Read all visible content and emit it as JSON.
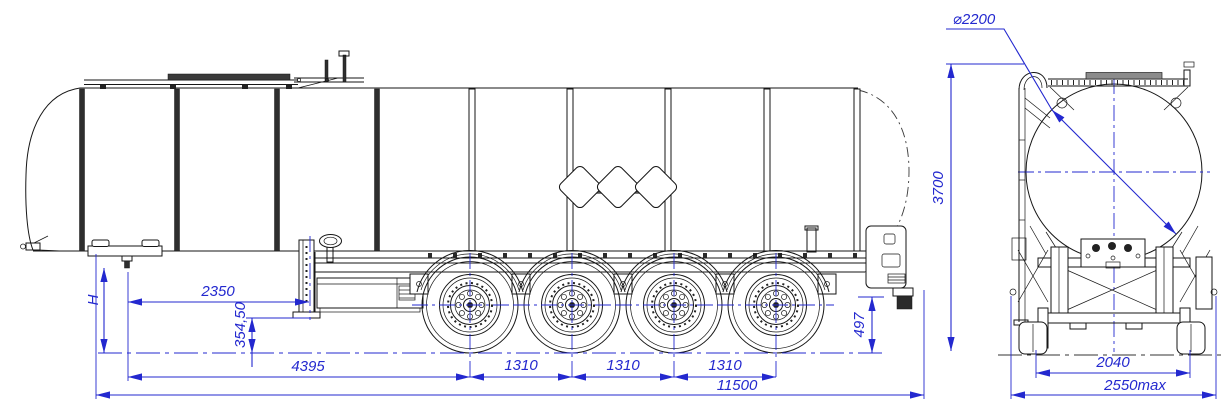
{
  "meta": {
    "drawing_type": "engineering dimensional drawing",
    "subject": "four-axle tank semitrailer (tanker)",
    "views": [
      "side view",
      "rear view"
    ],
    "axle_count": 4
  },
  "dimensions": {
    "side_view": {
      "fifth_wheel_height": "H",
      "kingpin_to_landing_gear": "2350",
      "landing_gear_clearance": "354,50",
      "kingpin_to_first_axle": "4395",
      "axle_spacing_1": "1310",
      "axle_spacing_2": "1310",
      "axle_spacing_3": "1310",
      "overall_length": "11500",
      "rear_underrun_clearance": "497"
    },
    "rear_view": {
      "tank_diameter": "⌀2200",
      "overall_height": "3700",
      "track_width": "2040",
      "overall_width": "2550max"
    }
  },
  "colors": {
    "dimension_lines": "#2328cf",
    "drawing_lines": "#161616",
    "background": "#ffffff"
  }
}
